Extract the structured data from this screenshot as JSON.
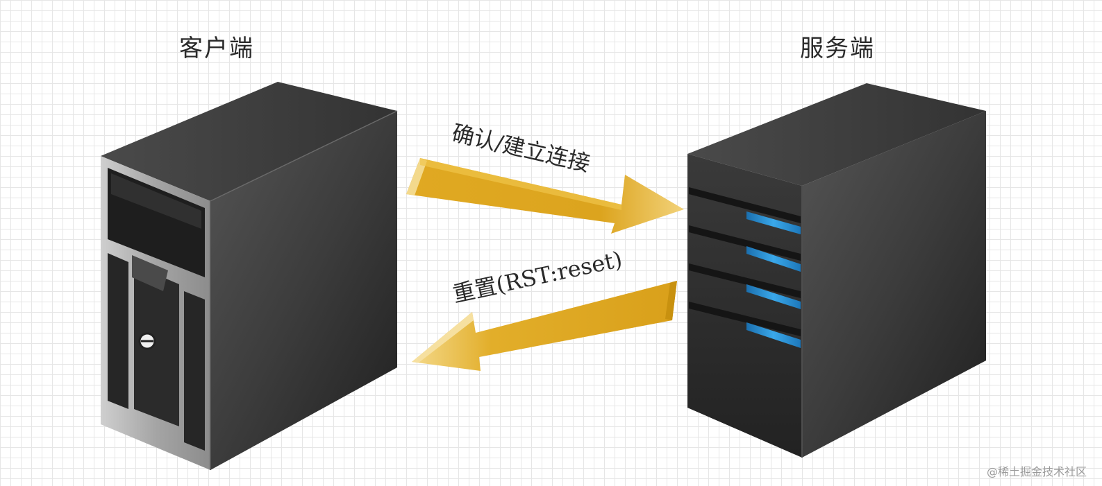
{
  "diagram": {
    "client_label": "客户端",
    "server_label": "服务端",
    "arrow_confirm_label": "确认/建立连接",
    "arrow_reset_label": "重置(RST:reset)"
  },
  "watermark": "@稀土掘金技术社区",
  "colors": {
    "arrow": "#e4b02c",
    "server_led": "#2f9bdc",
    "case_dark": "#2e2e2e",
    "case_silver": "#a9a9a9",
    "grid_line": "#e6e6e6"
  },
  "icons": {
    "client": "tower-pc-icon",
    "server": "server-tower-icon"
  }
}
